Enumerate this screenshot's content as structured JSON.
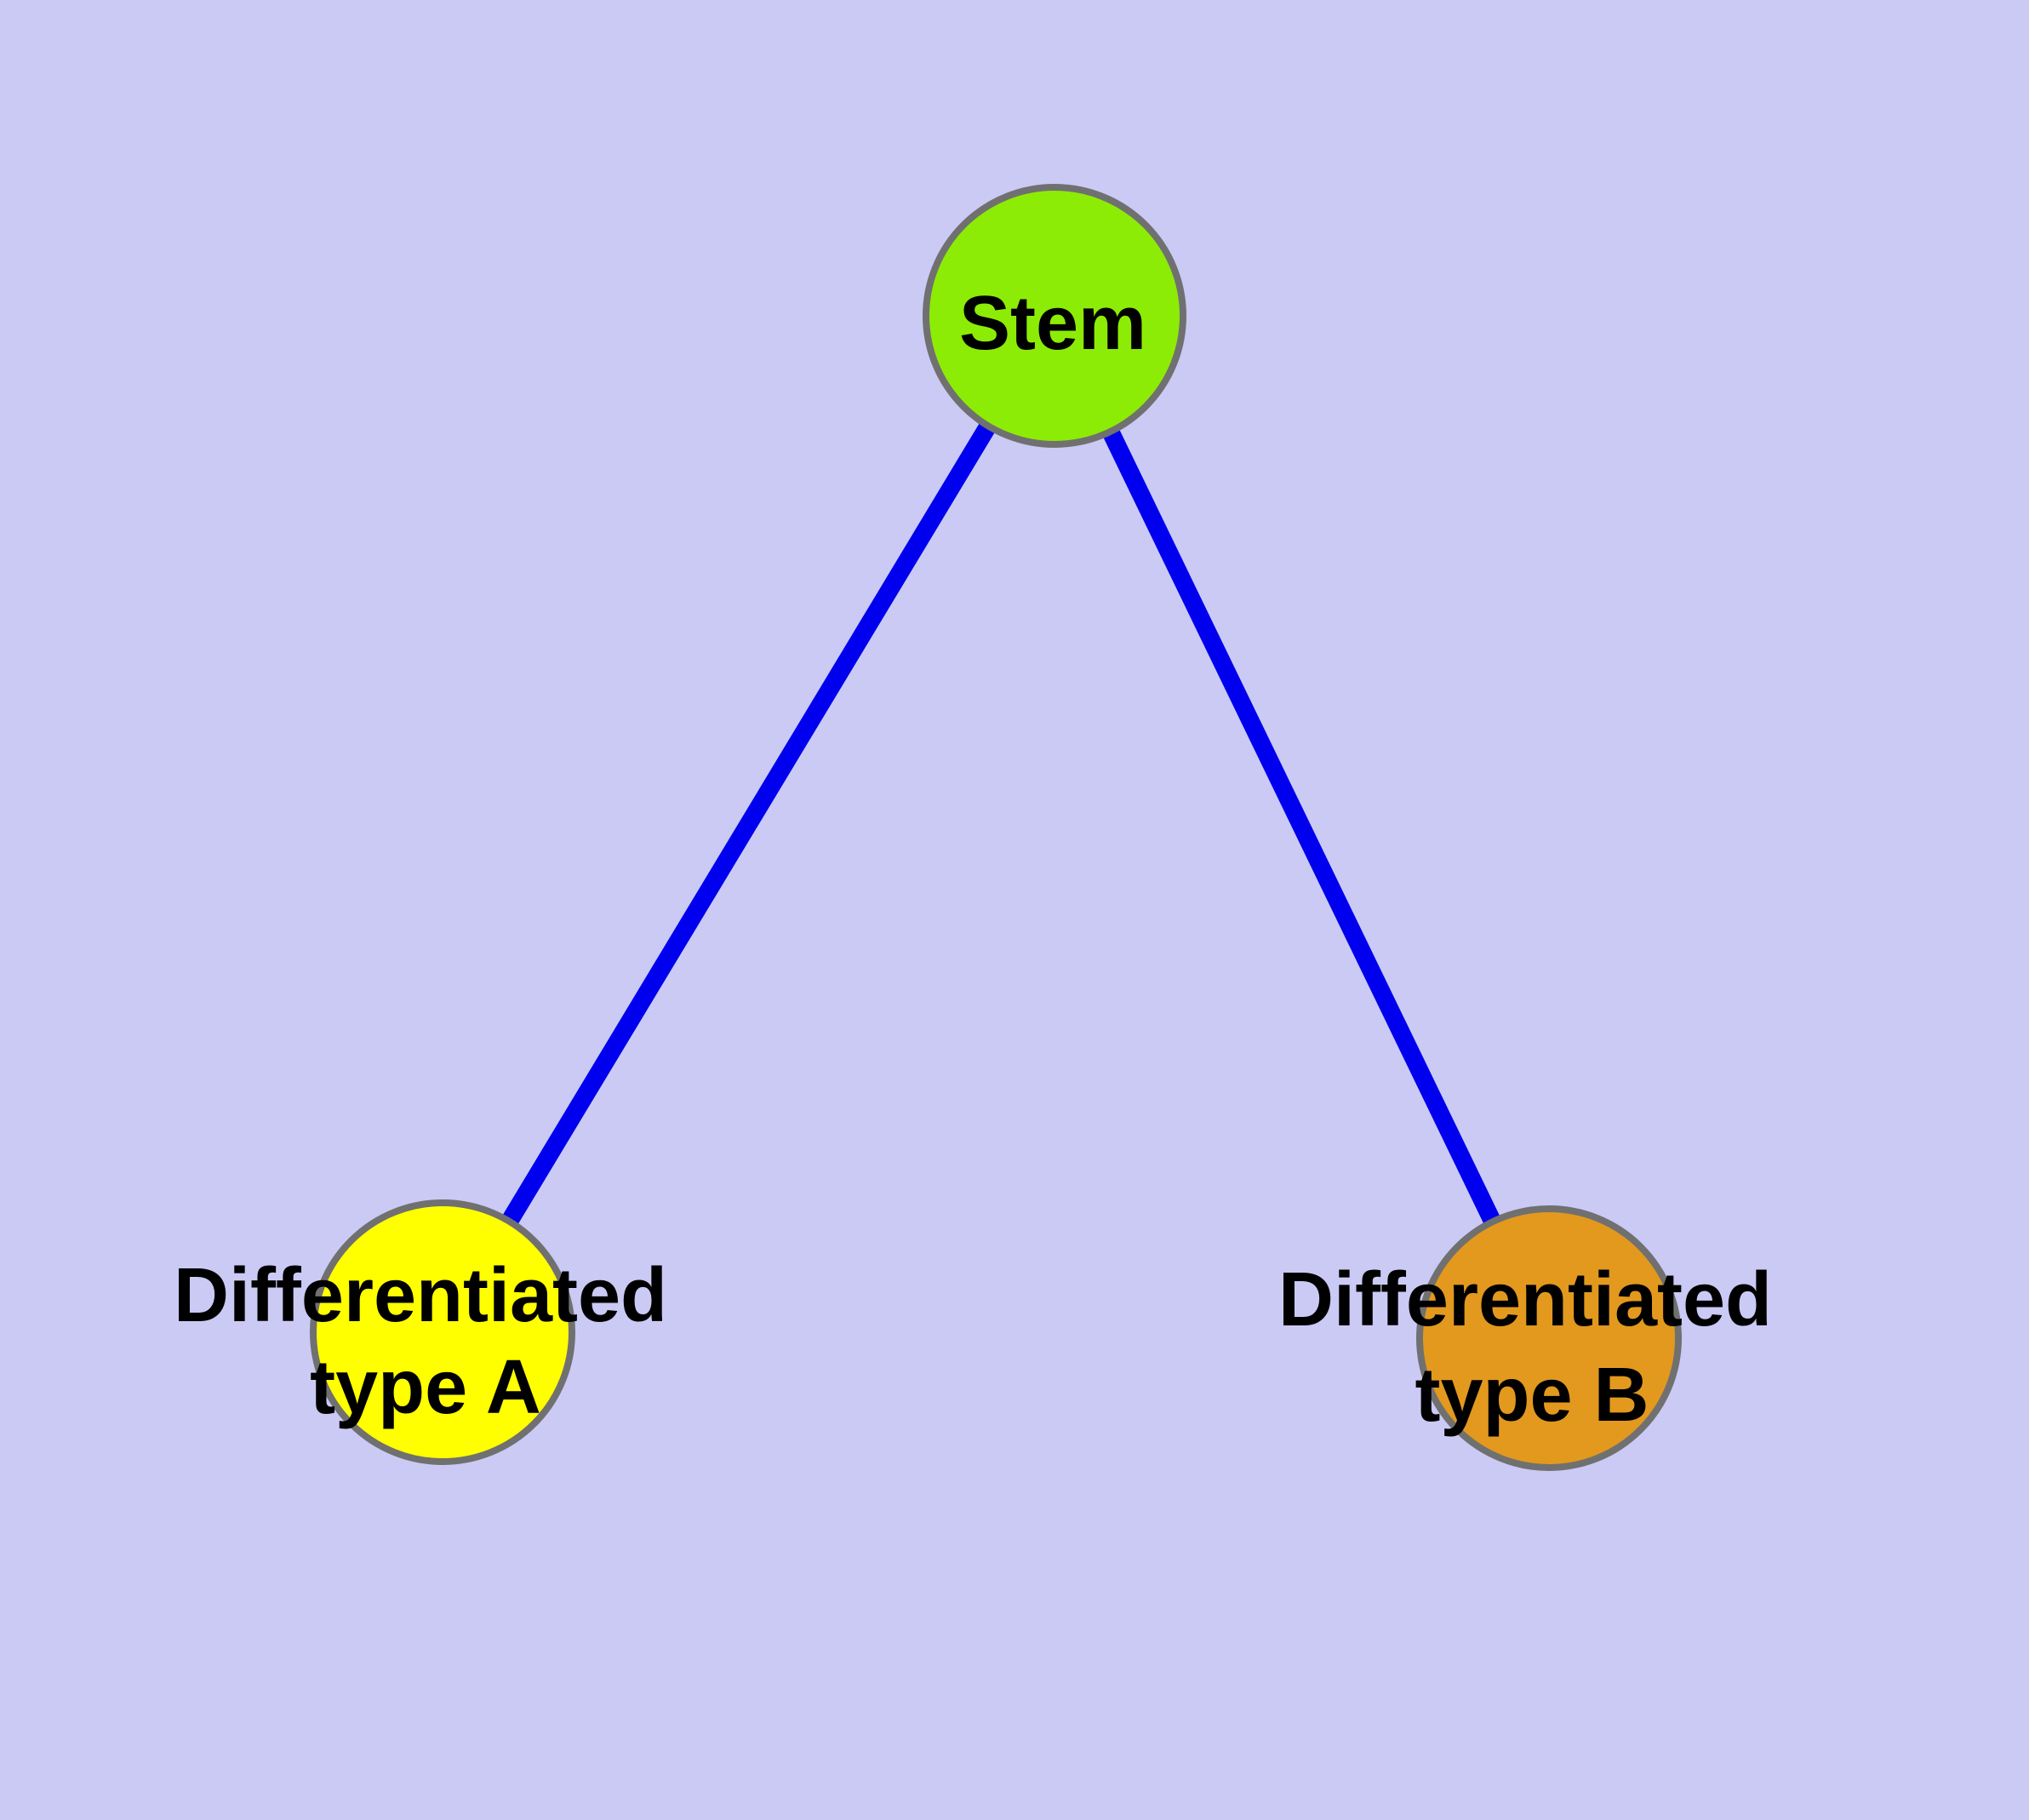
{
  "diagram": {
    "type": "graph",
    "description": "Cell differentiation lineage graph: one stem node connected to two differentiated cell type nodes",
    "nodes": [
      {
        "id": "stem",
        "label": "Stem",
        "label_lines": [
          "Stem"
        ],
        "fill": "#8DEC05",
        "border": "#707070"
      },
      {
        "id": "diff_a",
        "label": "Differentiated type A",
        "label_lines": [
          "Differentiated",
          "type A"
        ],
        "fill": "#FFFF00",
        "border": "#707070"
      },
      {
        "id": "diff_b",
        "label": "Differentiated type B",
        "label_lines": [
          "Differentiated",
          "type B"
        ],
        "fill": "#E2991E",
        "border": "#707070"
      }
    ],
    "edges": [
      {
        "from": "stem",
        "to": "diff_a",
        "color": "#0000EE"
      },
      {
        "from": "stem",
        "to": "diff_b",
        "color": "#0000EE"
      }
    ]
  },
  "colors": {
    "background": "#CACAF5",
    "stem_fill": "#8DEC05",
    "type_a_fill": "#FFFF00",
    "type_b_fill": "#E2991E",
    "node_border": "#707070",
    "edge_blue": "#0000EE",
    "label_text": "#000000"
  }
}
